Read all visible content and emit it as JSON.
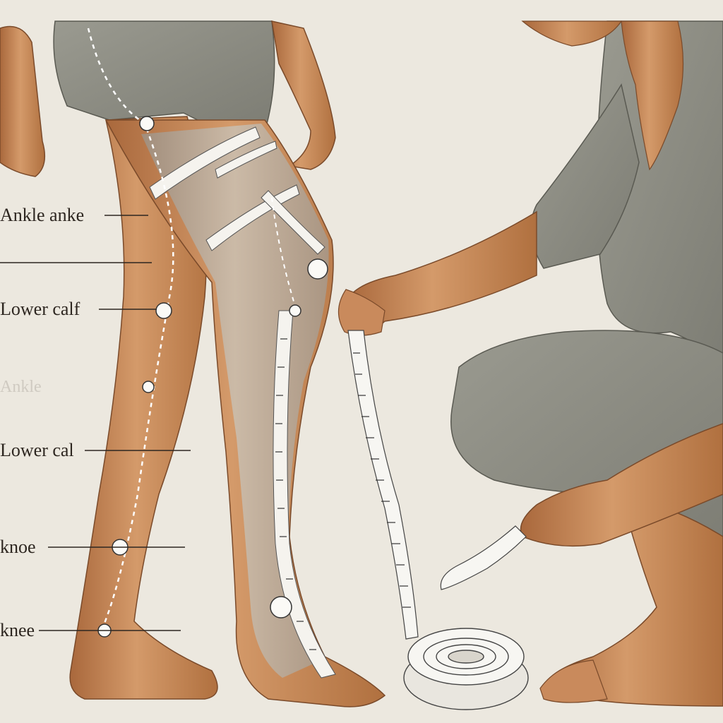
{
  "labels": [
    {
      "text": "Ankle anke"
    },
    {
      "text": "Lower calf"
    },
    {
      "text": "Ankle"
    },
    {
      "text": "Lower cal"
    },
    {
      "text": "knoe"
    },
    {
      "text": "knee"
    }
  ],
  "colors": {
    "background": "#ece8df",
    "skin": "#c98a5c",
    "skin_shadow": "#a4643a",
    "clothing": "#8a8a80",
    "stocking": "#b9b3a8",
    "tape": "#f5f3ee",
    "ink": "#2d2620"
  }
}
